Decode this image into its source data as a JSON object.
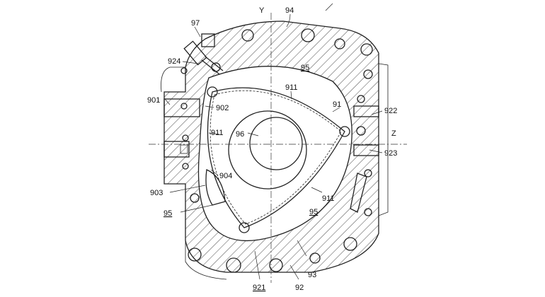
{
  "labels": {
    "y_axis": "Y",
    "z_axis": "Z",
    "l94": "94",
    "l97": "97",
    "l924": "924",
    "l95_top": "95",
    "l911_top": "911",
    "l901": "901",
    "l902": "902",
    "l91": "91",
    "l922": "922",
    "l96": "96",
    "l911_left": "911",
    "l923": "923",
    "l904": "904",
    "l903": "903",
    "l911_bottom": "911",
    "l95_left": "95",
    "l95_bottom": "95",
    "l93": "93",
    "l921": "921",
    "l92": "92"
  }
}
